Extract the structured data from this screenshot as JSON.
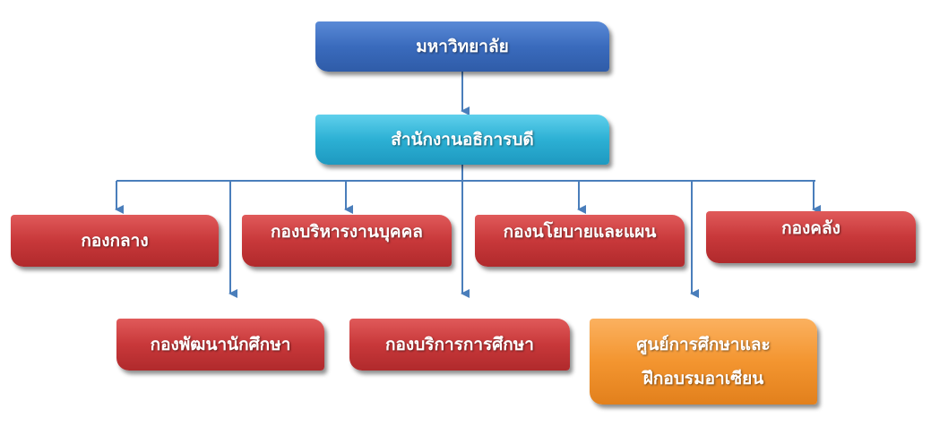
{
  "diagram": {
    "root": {
      "label": "มหาวิทยาลัย",
      "color": "#3a6bbd"
    },
    "office": {
      "label": "สำนักงานอธิการบดี",
      "color": "#2cb0d4"
    },
    "divisions_row1": [
      {
        "label": "กองกลาง"
      },
      {
        "label": "กองบริหารงานบุคคล"
      },
      {
        "label": "กองนโยบายและแผน"
      },
      {
        "label": "กองคลัง"
      }
    ],
    "divisions_row2": [
      {
        "label": "กองพัฒนานักศึกษา"
      },
      {
        "label": "กองบริการการศึกษา"
      },
      {
        "label_line1": "ศูนย์การศึกษาและ",
        "label_line2": "ฝึกอบรมอาเซียน",
        "color": "#f39530"
      }
    ],
    "division_color": "#c8383a",
    "connector_color": "#4a7ebb"
  }
}
